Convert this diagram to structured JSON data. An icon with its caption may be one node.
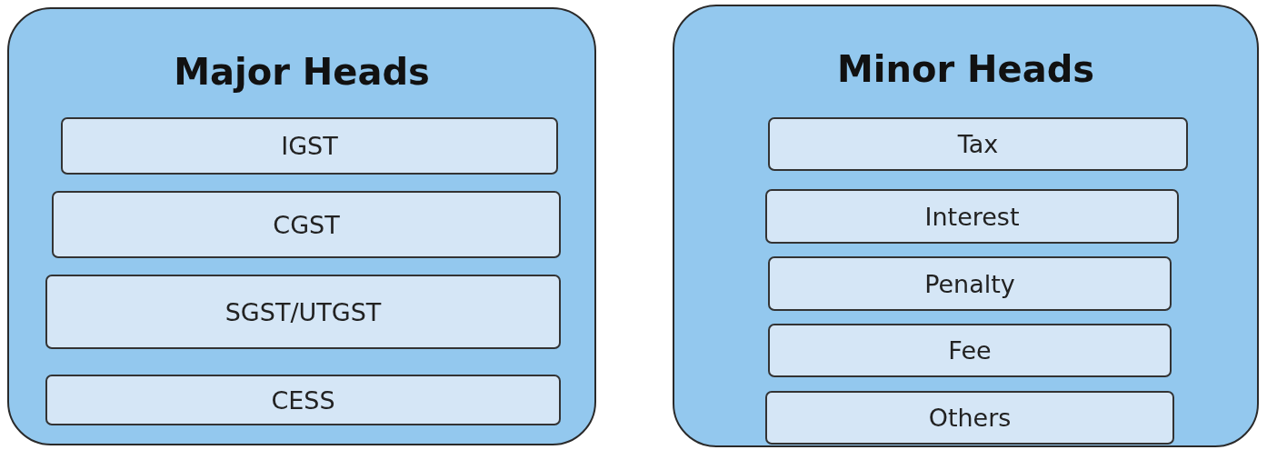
{
  "diagram": {
    "nodes": [
      {
        "text": [
          "Major Heads"
        ]
      },
      {
        "text": [
          "IGST"
        ],
        "in": 0
      },
      {
        "text": [
          "CGST"
        ],
        "in": 0
      },
      {
        "text": [
          "SGST/UTGST"
        ],
        "in": 0
      },
      {
        "text": [
          "CESS"
        ],
        "in": 0
      },
      {
        "text": [
          "Minor Heads"
        ]
      },
      {
        "text": [
          "Tax"
        ],
        "in": 5
      },
      {
        "text": [
          "Interest"
        ],
        "in": 5
      },
      {
        "text": [
          "Penalty"
        ],
        "in": 5
      },
      {
        "text": [
          "Fee"
        ],
        "in": 5
      },
      {
        "text": [
          "Others"
        ],
        "in": 5
      }
    ]
  }
}
